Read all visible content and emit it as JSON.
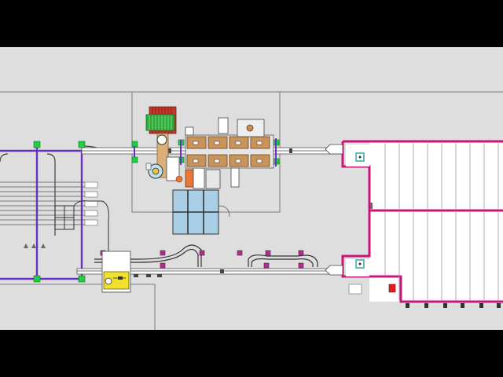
{
  "diagram": {
    "kind": "factory-floor-plan",
    "colors": {
      "letterbox": "#000000",
      "floor": "#dedede",
      "wall_line": "#7a7a7a",
      "conveyor_purple": "#6a2fc8",
      "node_green": "#22cc44",
      "node_magenta": "#b0308a",
      "magenta_wall": "#c8157a",
      "rail_dark": "#404040",
      "box_brown": "#c9935a",
      "coil_red": "#c0392b",
      "coil_green": "#2faa3a",
      "beam_tan": "#d9b07a",
      "orange_unit": "#e8773a",
      "yellow_panel": "#f2e02e",
      "room_white": "#ffffff",
      "glass_blue": "#a9cfe6",
      "teal_marker": "#2b9fa0",
      "red_marker": "#e02020"
    },
    "components": [
      "left-storage-loop",
      "raw-material-racks",
      "central-processing-cell",
      "cooling-coil-unit",
      "carton-buffer-conveyor",
      "glass-room",
      "lower-return-line",
      "yellow-control-cabinet",
      "clean-room-bays"
    ]
  }
}
